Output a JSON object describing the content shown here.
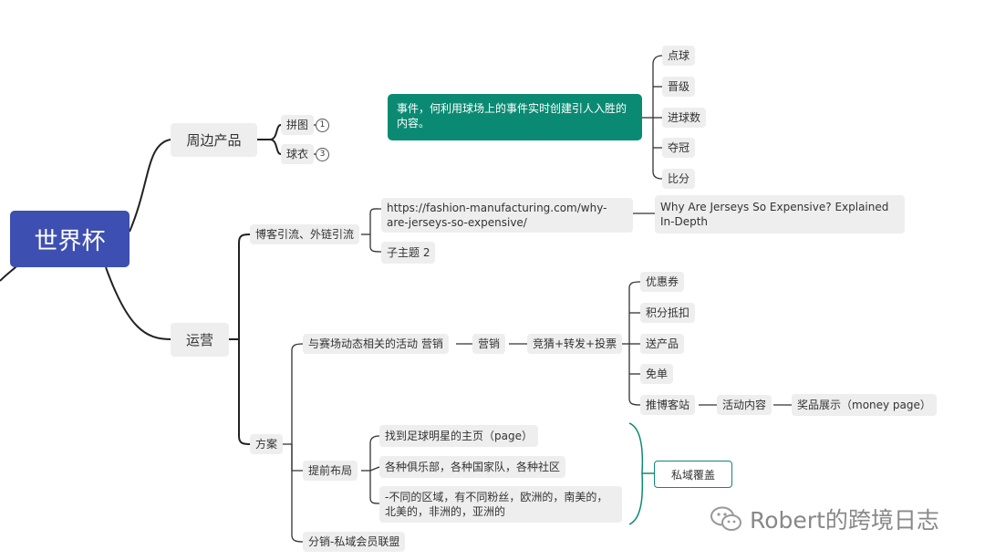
{
  "root": "世界杯",
  "branches": {
    "peripheral": "周边产品",
    "operation": "运营"
  },
  "peripheral_items": {
    "puzzle": "拼图",
    "puzzle_count": "1",
    "jersey": "球衣",
    "jersey_count": "3"
  },
  "note": "事件，何利用球场上的事件实时创建引人入胜的内容。",
  "events": [
    "点球",
    "晋级",
    "进球数",
    "夺冠",
    "比分"
  ],
  "blog": {
    "label": "博客引流、外链引流",
    "url": "https://fashion-manufacturing.com/why-are-jerseys-so-expensive/",
    "article": "Why Are Jerseys So Expensive? Explained In-Depth",
    "subtopic": "子主题 2"
  },
  "plan": {
    "label": "方案",
    "activity": "与赛场动态相关的活动 营销",
    "marketing": "营销",
    "guess": "竞猜+转发+投票",
    "rewards": [
      "优惠券",
      "积分抵扣",
      "送产品",
      "免单"
    ],
    "push_site": "推博客站",
    "activity_content": "活动内容",
    "prize_display": "奖品展示（money page）",
    "layout": "提前布局",
    "layout_items": [
      "找到足球明星的主页（page）",
      "各种俱乐部，各种国家队，各种社区",
      "-不同的区域，有不同粉丝，欧洲的，南美的，北美的，非洲的，亚洲的"
    ],
    "private_domain": "私域覆盖",
    "distribution": "分销-私域会员联盟"
  },
  "watermark": "Robert的跨境日志"
}
